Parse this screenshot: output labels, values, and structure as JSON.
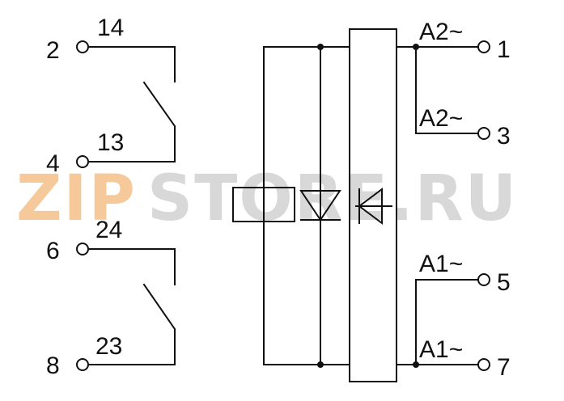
{
  "watermark": {
    "part1": "ZIP",
    "part2": "STORE.RU",
    "colors": {
      "accent": "#f6c99a",
      "gray": "#d8d8d8"
    }
  },
  "contacts": {
    "upper": {
      "terminal_left": "2",
      "terminal_mid": "4",
      "label_top": "14",
      "label_bottom": "13"
    },
    "lower": {
      "terminal_left": "6",
      "terminal_mid": "8",
      "label_top": "24",
      "label_bottom": "23"
    }
  },
  "supply": {
    "t1": {
      "number": "1",
      "label": "A2~"
    },
    "t3": {
      "number": "3",
      "label": "A2~"
    },
    "t5": {
      "number": "5",
      "label": "A1~"
    },
    "t7": {
      "number": "7",
      "label": "A1~"
    }
  }
}
